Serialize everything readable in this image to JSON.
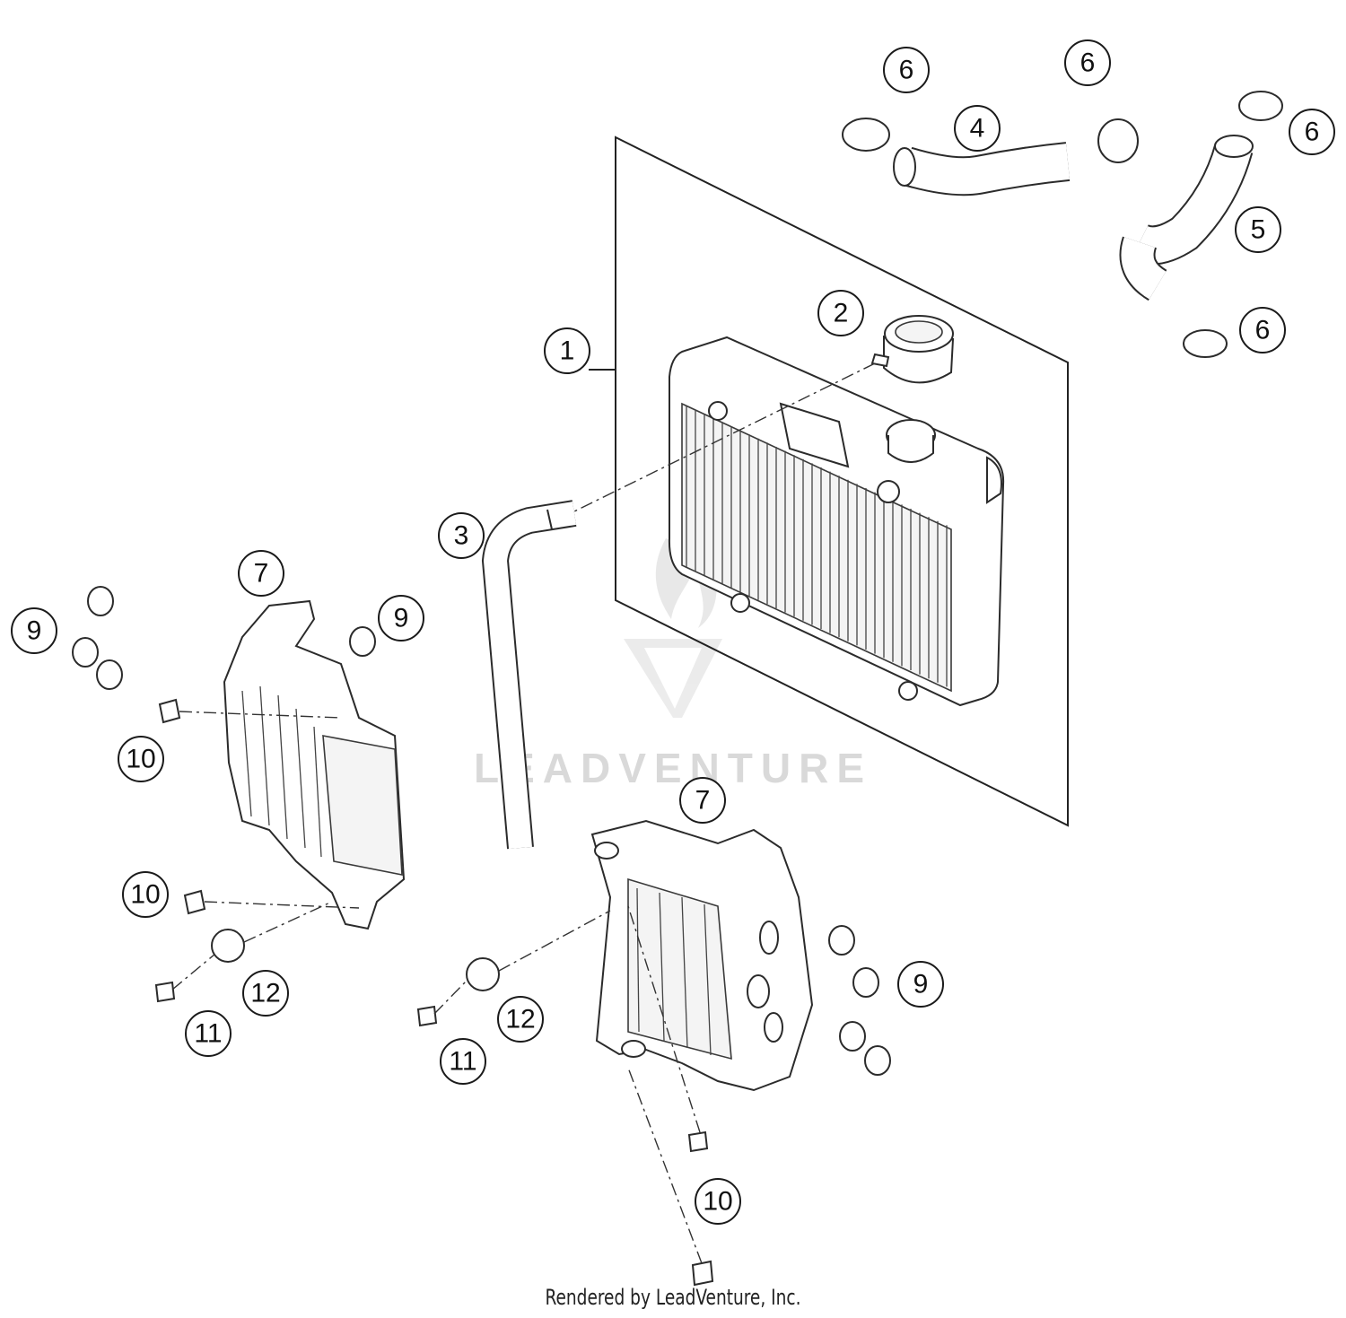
{
  "callouts": [
    "1",
    "2",
    "3",
    "4",
    "5",
    "6",
    "7",
    "9",
    "10",
    "11",
    "12"
  ],
  "watermark": "LEADVENTURE",
  "footer": "Rendered by LeadVenture, Inc."
}
